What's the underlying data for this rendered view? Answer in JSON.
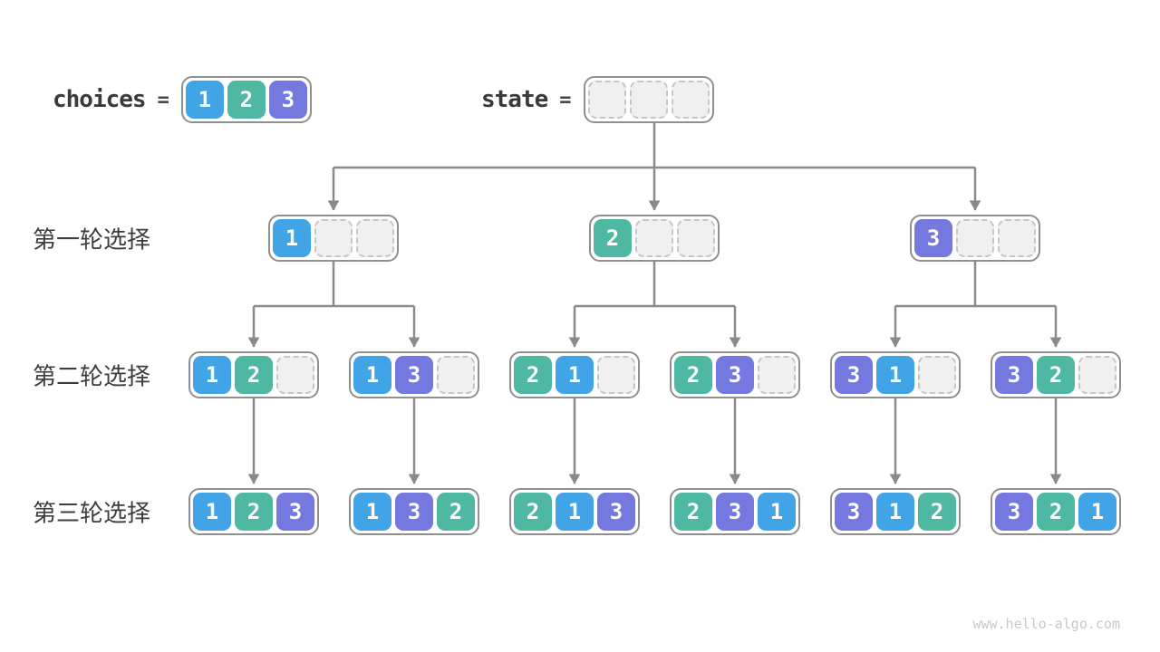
{
  "title_area": {
    "choices_label": "choices",
    "equals_sign": "=",
    "choices": [
      1,
      2,
      3
    ],
    "state_label": "state",
    "state": [
      null,
      null,
      null
    ]
  },
  "rows": [
    {
      "label": "第一轮选择",
      "nodes": [
        [
          1,
          null,
          null
        ],
        [
          2,
          null,
          null
        ],
        [
          3,
          null,
          null
        ]
      ]
    },
    {
      "label": "第二轮选择",
      "nodes": [
        [
          1,
          2,
          null
        ],
        [
          1,
          3,
          null
        ],
        [
          2,
          1,
          null
        ],
        [
          2,
          3,
          null
        ],
        [
          3,
          1,
          null
        ],
        [
          3,
          2,
          null
        ]
      ]
    },
    {
      "label": "第三轮选择",
      "nodes": [
        [
          1,
          2,
          3
        ],
        [
          1,
          3,
          2
        ],
        [
          2,
          1,
          3
        ],
        [
          2,
          3,
          1
        ],
        [
          3,
          1,
          2
        ],
        [
          3,
          2,
          1
        ]
      ]
    }
  ],
  "colors": {
    "value_1": "#41a4e6",
    "value_2": "#4fb8a3",
    "value_3": "#7478df",
    "empty_fill": "#f0f0f0",
    "empty_border": "#c6c6c6",
    "node_border": "#8f8f8f",
    "connector": "#8a8a8a",
    "label_text": "#3d3d3d",
    "cell_text": "#ffffff",
    "watermark_text": "#c8c8c8"
  },
  "watermark": "www.hello-algo.com"
}
